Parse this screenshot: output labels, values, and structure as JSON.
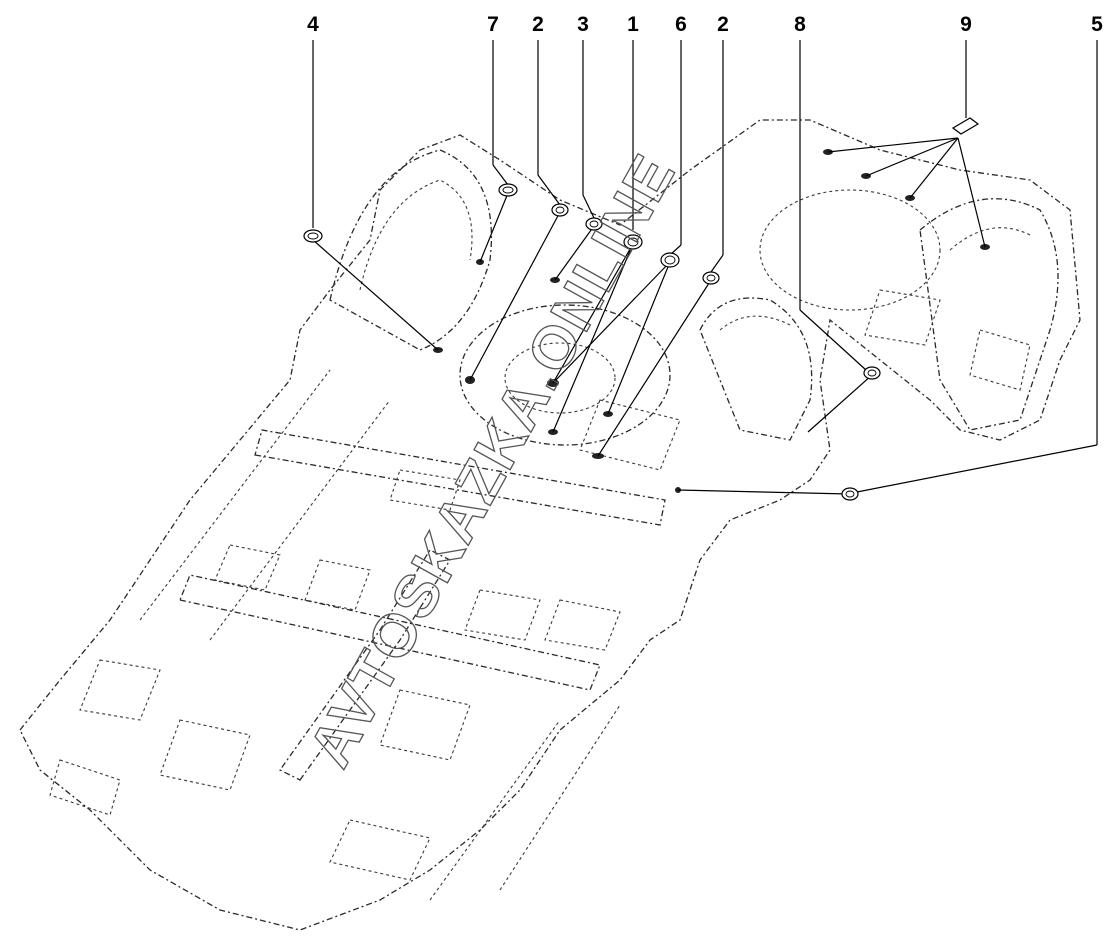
{
  "watermark": "AVTOSKAZKA.ONLINE",
  "callouts": [
    {
      "label": "4"
    },
    {
      "label": "7"
    },
    {
      "label": "2"
    },
    {
      "label": "3"
    },
    {
      "label": "1"
    },
    {
      "label": "6"
    },
    {
      "label": "2"
    },
    {
      "label": "8"
    },
    {
      "label": "9"
    },
    {
      "label": "5"
    }
  ]
}
